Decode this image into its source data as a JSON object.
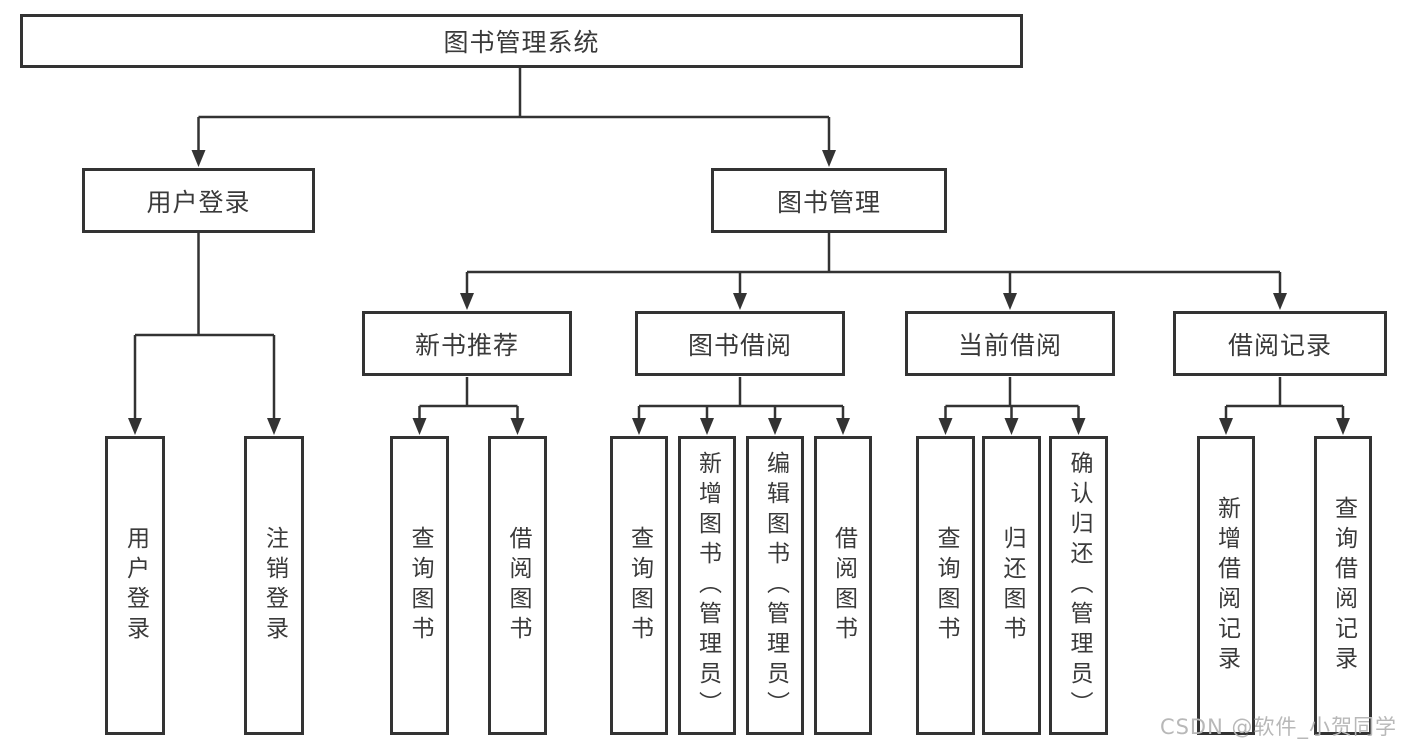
{
  "diagram": {
    "title": "图书管理系统",
    "root": "图书管理系统",
    "user_login": "用户登录",
    "book_mgmt": "图书管理",
    "l3": [
      "新书推荐",
      "图书借阅",
      "当前借阅",
      "借阅记录"
    ],
    "user_leaves": [
      "用户登录",
      "注销登录"
    ],
    "newbook_leaves": [
      "查询图书",
      "借阅图书"
    ],
    "borrow_leaves": [
      "查询图书",
      "新增图书（管理员）",
      "编辑图书（管理员）",
      "借阅图书"
    ],
    "current_leaves": [
      "查询图书",
      "归还图书",
      "确认归还（管理员）"
    ],
    "records_leaves": [
      "新增借阅记录",
      "查询借阅记录"
    ]
  },
  "watermark": {
    "text": "CSDN @软件_小贺同学"
  },
  "colors": {
    "line": "#333333",
    "box_border": "#333333",
    "text": "#3a3a3a",
    "watermark": "#b8b8b8",
    "background": "#ffffff"
  }
}
